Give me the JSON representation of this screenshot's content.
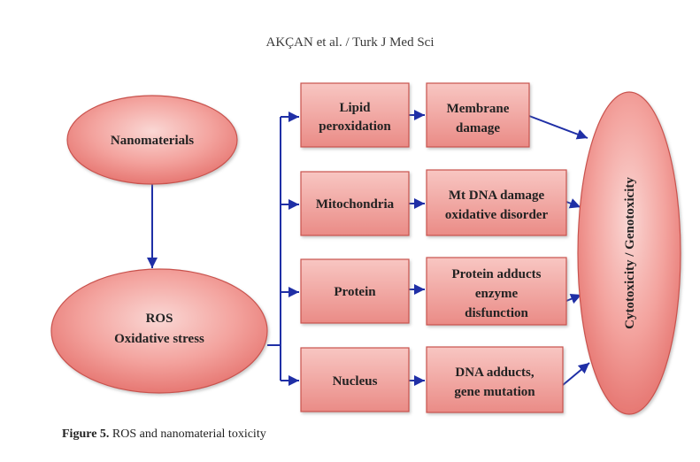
{
  "header": {
    "running_head": "AKÇAN et al. / Turk J Med Sci"
  },
  "diagram": {
    "nanomaterials": "Nanomaterials",
    "ros_line1": "ROS",
    "ros_line2": "Oxidative stress",
    "targets": {
      "lipid_line1": "Lipid",
      "lipid_line2": "peroxidation",
      "mitochondria": "Mitochondria",
      "protein": "Protein",
      "nucleus": "Nucleus"
    },
    "effects": {
      "membrane_line1": "Membrane",
      "membrane_line2": "damage",
      "mtdna_line1": "Mt DNA damage",
      "mtdna_line2": "oxidative disorder",
      "protein_adducts_line1": "Protein adducts",
      "protein_adducts_line2": "enzyme",
      "protein_adducts_line3": "disfunction",
      "dna_adducts_line1": "DNA adducts,",
      "dna_adducts_line2": "gene mutation"
    },
    "outcome": "Cytotoxicity / Genotoxicity"
  },
  "caption": {
    "label": "Figure 5.",
    "text": "ROS and nanomaterial toxicity"
  },
  "colors": {
    "node_fill_light": "#f8c4c0",
    "node_fill_dark": "#e46f6a",
    "node_stroke": "#c9524e",
    "arrow": "#1f2fa6"
  }
}
